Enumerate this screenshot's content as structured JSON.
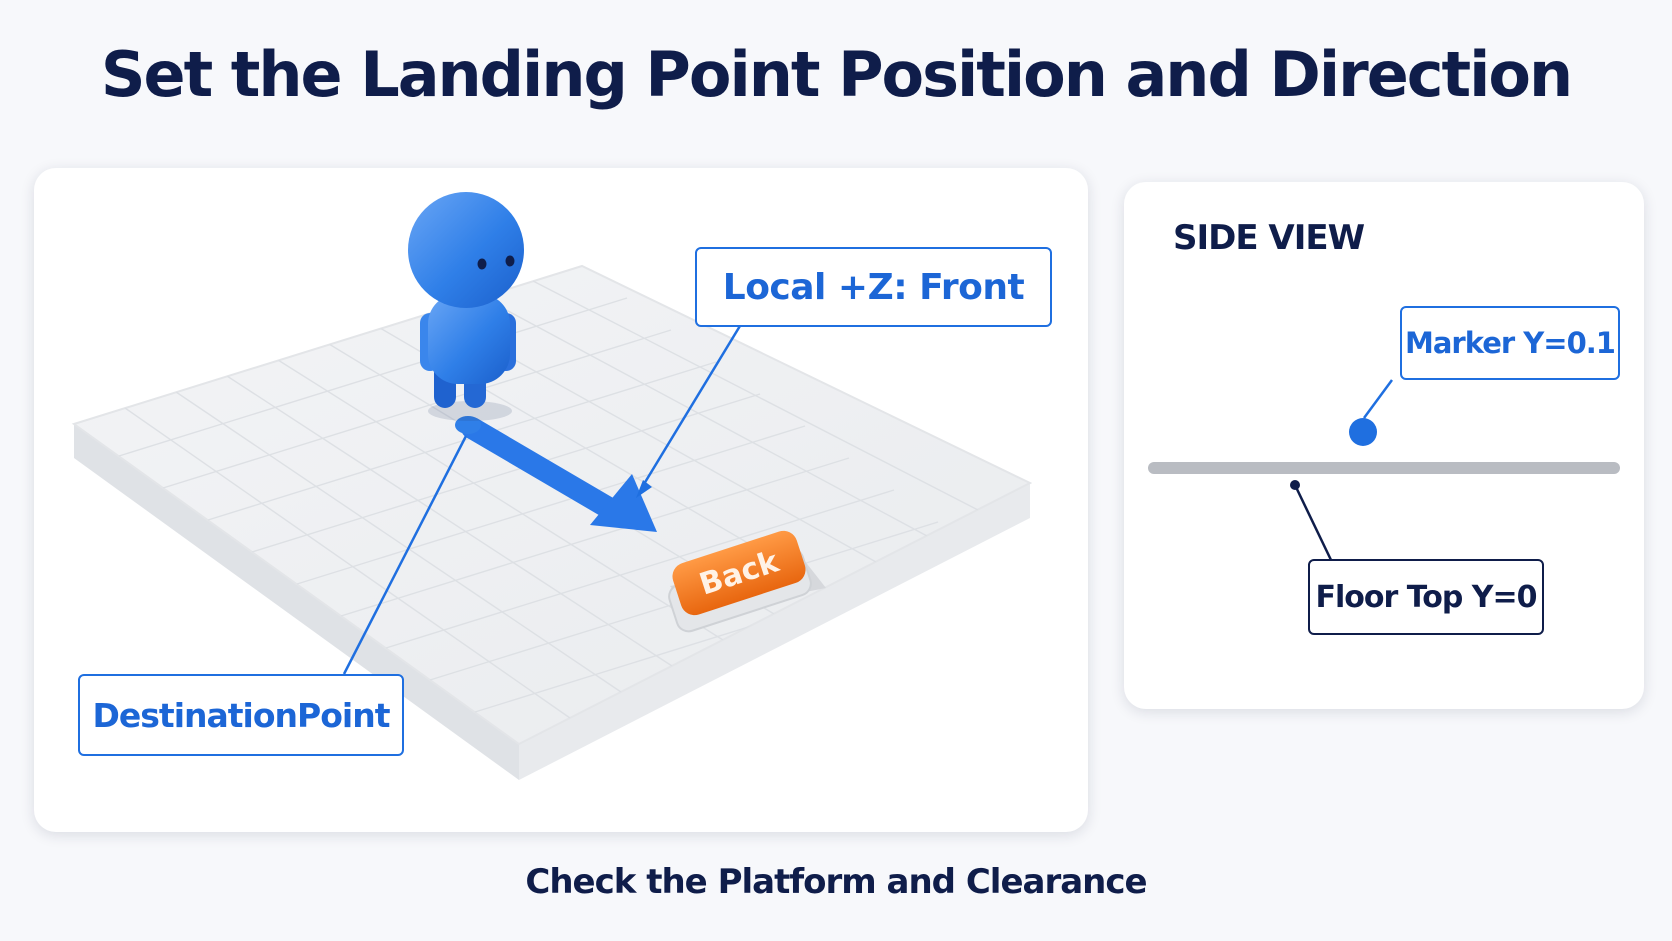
{
  "title": "Set the Landing Point Position and Direction",
  "main_panel": {
    "front_label": "Local +Z: Front",
    "destination_label": "DestinationPoint",
    "back_button_label": "Back"
  },
  "side_panel": {
    "title": "SIDE VIEW",
    "marker_label": "Marker Y=0.1",
    "floor_label": "Floor Top Y=0"
  },
  "caption": "Check the Platform and Clearance",
  "colors": {
    "accent_blue": "#1f6fe0",
    "navy": "#0f1d4a",
    "orange": "#f07a22",
    "floor_grey": "#b9bcc2"
  },
  "icons": {
    "character": "blue-figure-icon",
    "direction": "arrow-icon",
    "marker": "marker-dot-icon"
  }
}
